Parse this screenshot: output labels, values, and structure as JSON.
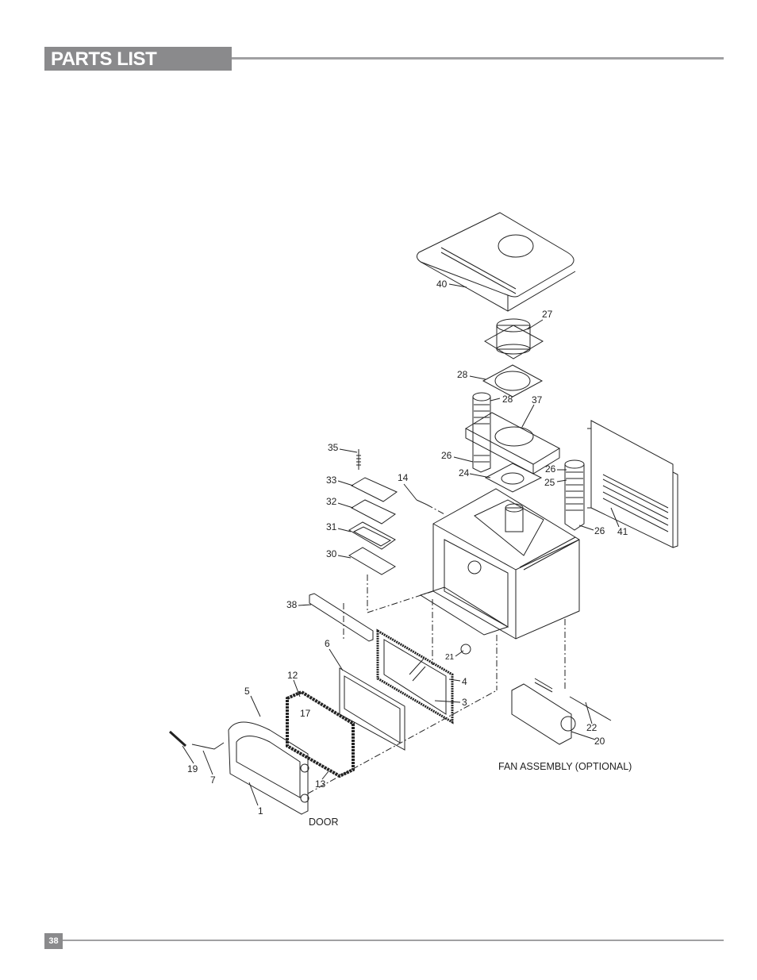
{
  "header": {
    "title": "PARTS LIST"
  },
  "footer": {
    "page_number": "38"
  },
  "diagram": {
    "labels": {
      "p40": "40",
      "p27": "27",
      "p28": "28",
      "p28b": "28",
      "p37": "37",
      "p26a": "26",
      "p26b": "26",
      "p26c": "26",
      "p24": "24",
      "p25": "25",
      "p41": "41",
      "p35": "35",
      "p33": "33",
      "p32": "32",
      "p31": "31",
      "p30": "30",
      "p14": "14",
      "p38": "38",
      "p6": "6",
      "p21": "21",
      "p4": "4",
      "p3": "3",
      "p12": "12",
      "p17": "17",
      "p5": "5",
      "p19": "19",
      "p7": "7",
      "p13": "13",
      "p1": "1",
      "p22": "22",
      "p20": "20"
    },
    "captions": {
      "door": "DOOR",
      "fan": "FAN ASSEMBLY (OPTIONAL)"
    }
  }
}
